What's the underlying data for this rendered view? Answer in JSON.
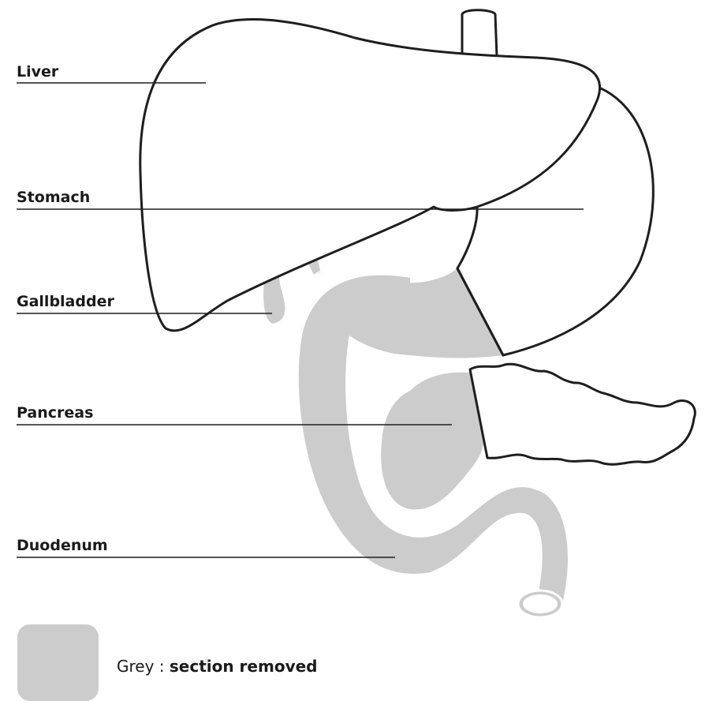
{
  "colors": {
    "removed": "#cccccc",
    "outline": "#1e1e1e",
    "ghost": "#ececec",
    "background": "#ffffff"
  },
  "labels": {
    "liver": "Liver",
    "stomach": "Stomach",
    "gallbladder": "Gallbladder",
    "pancreas": "Pancreas",
    "duodenum": "Duodenum"
  },
  "legend": {
    "color_name": "Grey",
    "separator": " : ",
    "meaning": "section removed"
  }
}
